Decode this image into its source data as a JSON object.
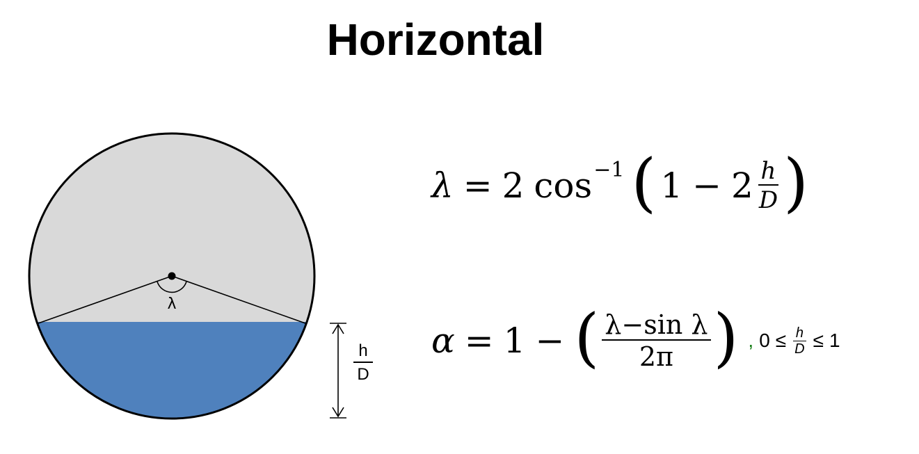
{
  "title": "Horizontal",
  "diagram": {
    "center_angle_label": "λ",
    "ratio_numerator": "h",
    "ratio_denominator": "D",
    "colors": {
      "empty": "#d9d9d9",
      "liquid": "#4f81bd",
      "outline": "#000000"
    }
  },
  "equations": {
    "eq1": {
      "lhs": "λ",
      "equals": "=",
      "coef": "2",
      "func": "cos",
      "exponent": "−1",
      "open": "(",
      "one": "1",
      "minus": "−",
      "two": "2",
      "frac_num": "h",
      "frac_den": "D",
      "close": ")"
    },
    "eq2": {
      "lhs": "α",
      "equals": "=",
      "one": "1",
      "minus": "−",
      "open": "(",
      "frac_num": "λ−sin λ",
      "frac_den": "2π",
      "close": ")",
      "condition": {
        "comma": ",",
        "zero": "0",
        "leq1": "≤",
        "frac_num": "h",
        "frac_den": "D",
        "leq2": "≤",
        "one": "1"
      }
    }
  }
}
